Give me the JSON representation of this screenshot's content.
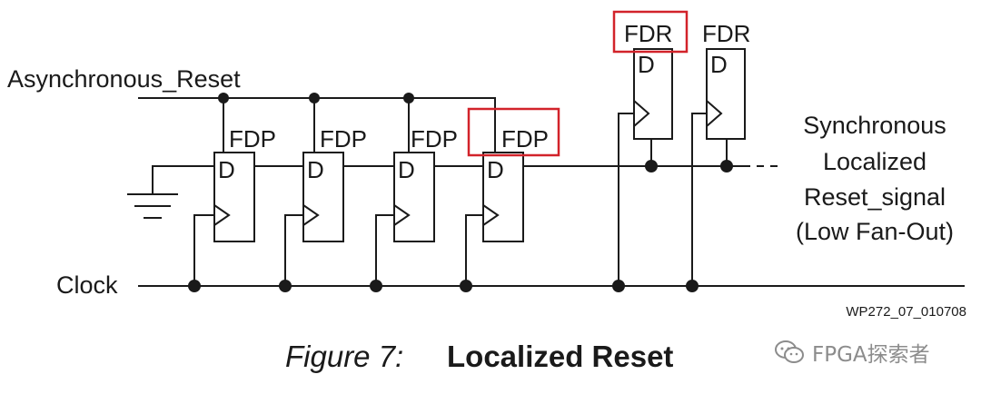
{
  "labels": {
    "async_reset": "Asynchronous_Reset",
    "clock": "Clock",
    "output_lines": [
      "Synchronous",
      "Localized",
      "Reset_signal",
      "(Low Fan-Out)"
    ],
    "figure_id": "WP272_07_010708"
  },
  "cells": [
    {
      "type": "FDP",
      "pin": "D",
      "highlighted": false
    },
    {
      "type": "FDP",
      "pin": "D",
      "highlighted": false
    },
    {
      "type": "FDP",
      "pin": "D",
      "highlighted": false
    },
    {
      "type": "FDP",
      "pin": "D",
      "highlighted": true
    },
    {
      "type": "FDR",
      "pin": "D",
      "highlighted": true
    },
    {
      "type": "FDR",
      "pin": "D",
      "highlighted": false
    }
  ],
  "caption": {
    "number": "Figure 7:",
    "title": "Localized Reset"
  },
  "watermark": {
    "text": "FPGA探索者",
    "icon": "wechat-icon"
  },
  "colors": {
    "highlight": "#d2232a",
    "ink": "#1a1a1a",
    "watermark": "#8c8c8c"
  }
}
